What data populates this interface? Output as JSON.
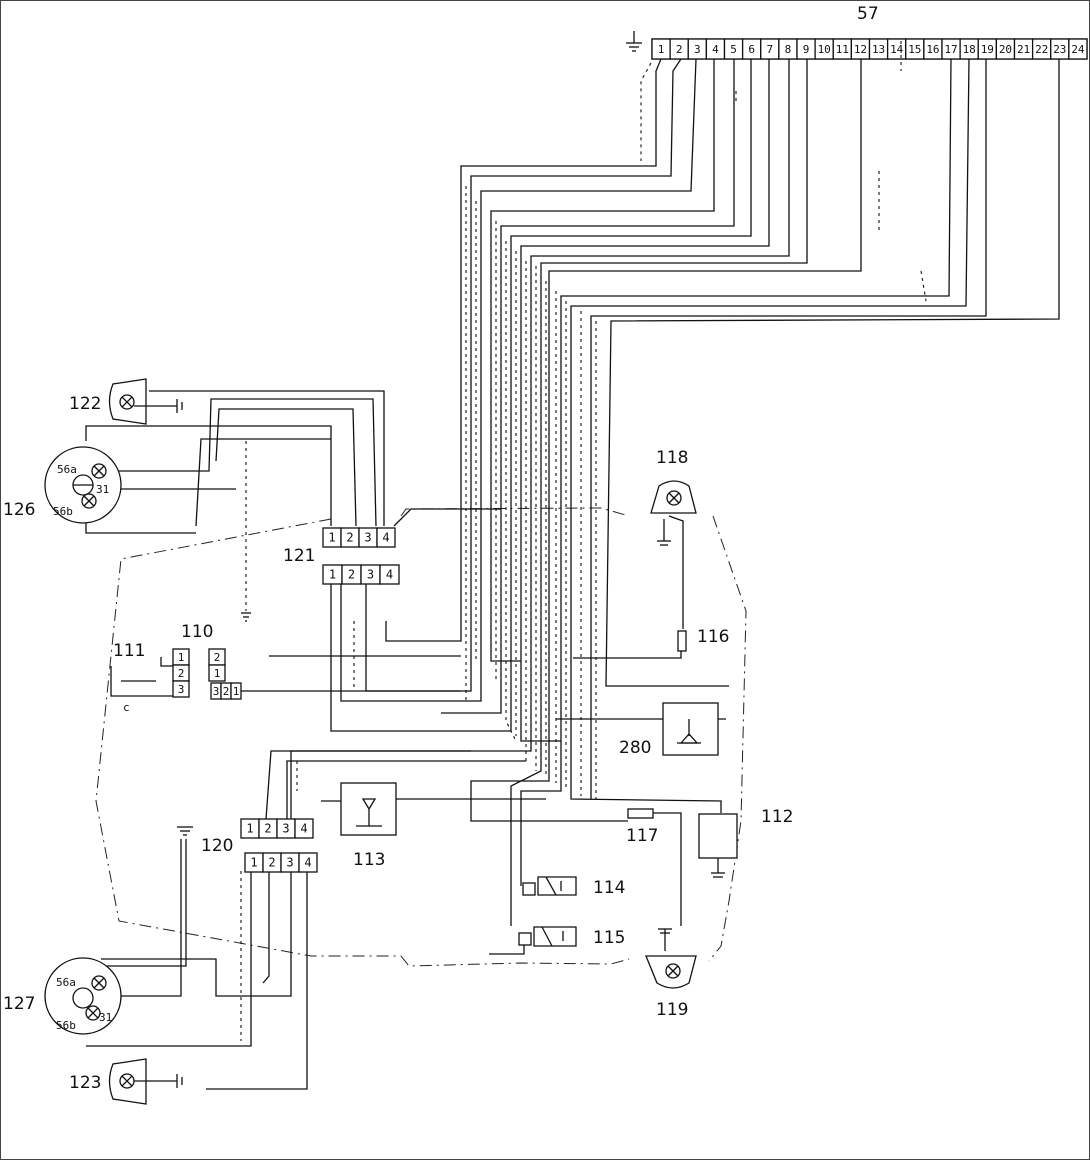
{
  "diagram": {
    "main_connector": {
      "label": "57",
      "pins": [
        "1",
        "2",
        "3",
        "4",
        "5",
        "6",
        "7",
        "8",
        "9",
        "10",
        "11",
        "12",
        "13",
        "14",
        "15",
        "16",
        "17",
        "18",
        "19",
        "20",
        "21",
        "22",
        "23",
        "24"
      ]
    },
    "connector_121": {
      "label": "121",
      "upper_pins": [
        "1",
        "2",
        "3",
        "4"
      ],
      "lower_pins": [
        "1",
        "2",
        "3",
        "4"
      ]
    },
    "connector_120": {
      "label": "120",
      "upper_pins": [
        "1",
        "2",
        "3",
        "4"
      ],
      "lower_pins": [
        "1",
        "2",
        "3",
        "4"
      ]
    },
    "connector_111": {
      "label": "111",
      "pins": [
        "3",
        "2",
        "1"
      ]
    },
    "connector_110": {
      "label": "110",
      "upper_pins": [
        "2",
        "1"
      ],
      "lower_pins": [
        "3",
        "2",
        "1"
      ]
    },
    "socket_126": {
      "label": "126",
      "terminals": [
        "56a",
        "56b",
        "31"
      ]
    },
    "socket_127": {
      "label": "127",
      "terminals": [
        "56a",
        "56b",
        "31"
      ]
    },
    "components": {
      "c112": "112",
      "c113": "113",
      "c114": "114",
      "c115": "115",
      "c116": "116",
      "c117": "117",
      "c118": "118",
      "c119": "119",
      "c122": "122",
      "c123": "123",
      "c280": "280"
    }
  }
}
